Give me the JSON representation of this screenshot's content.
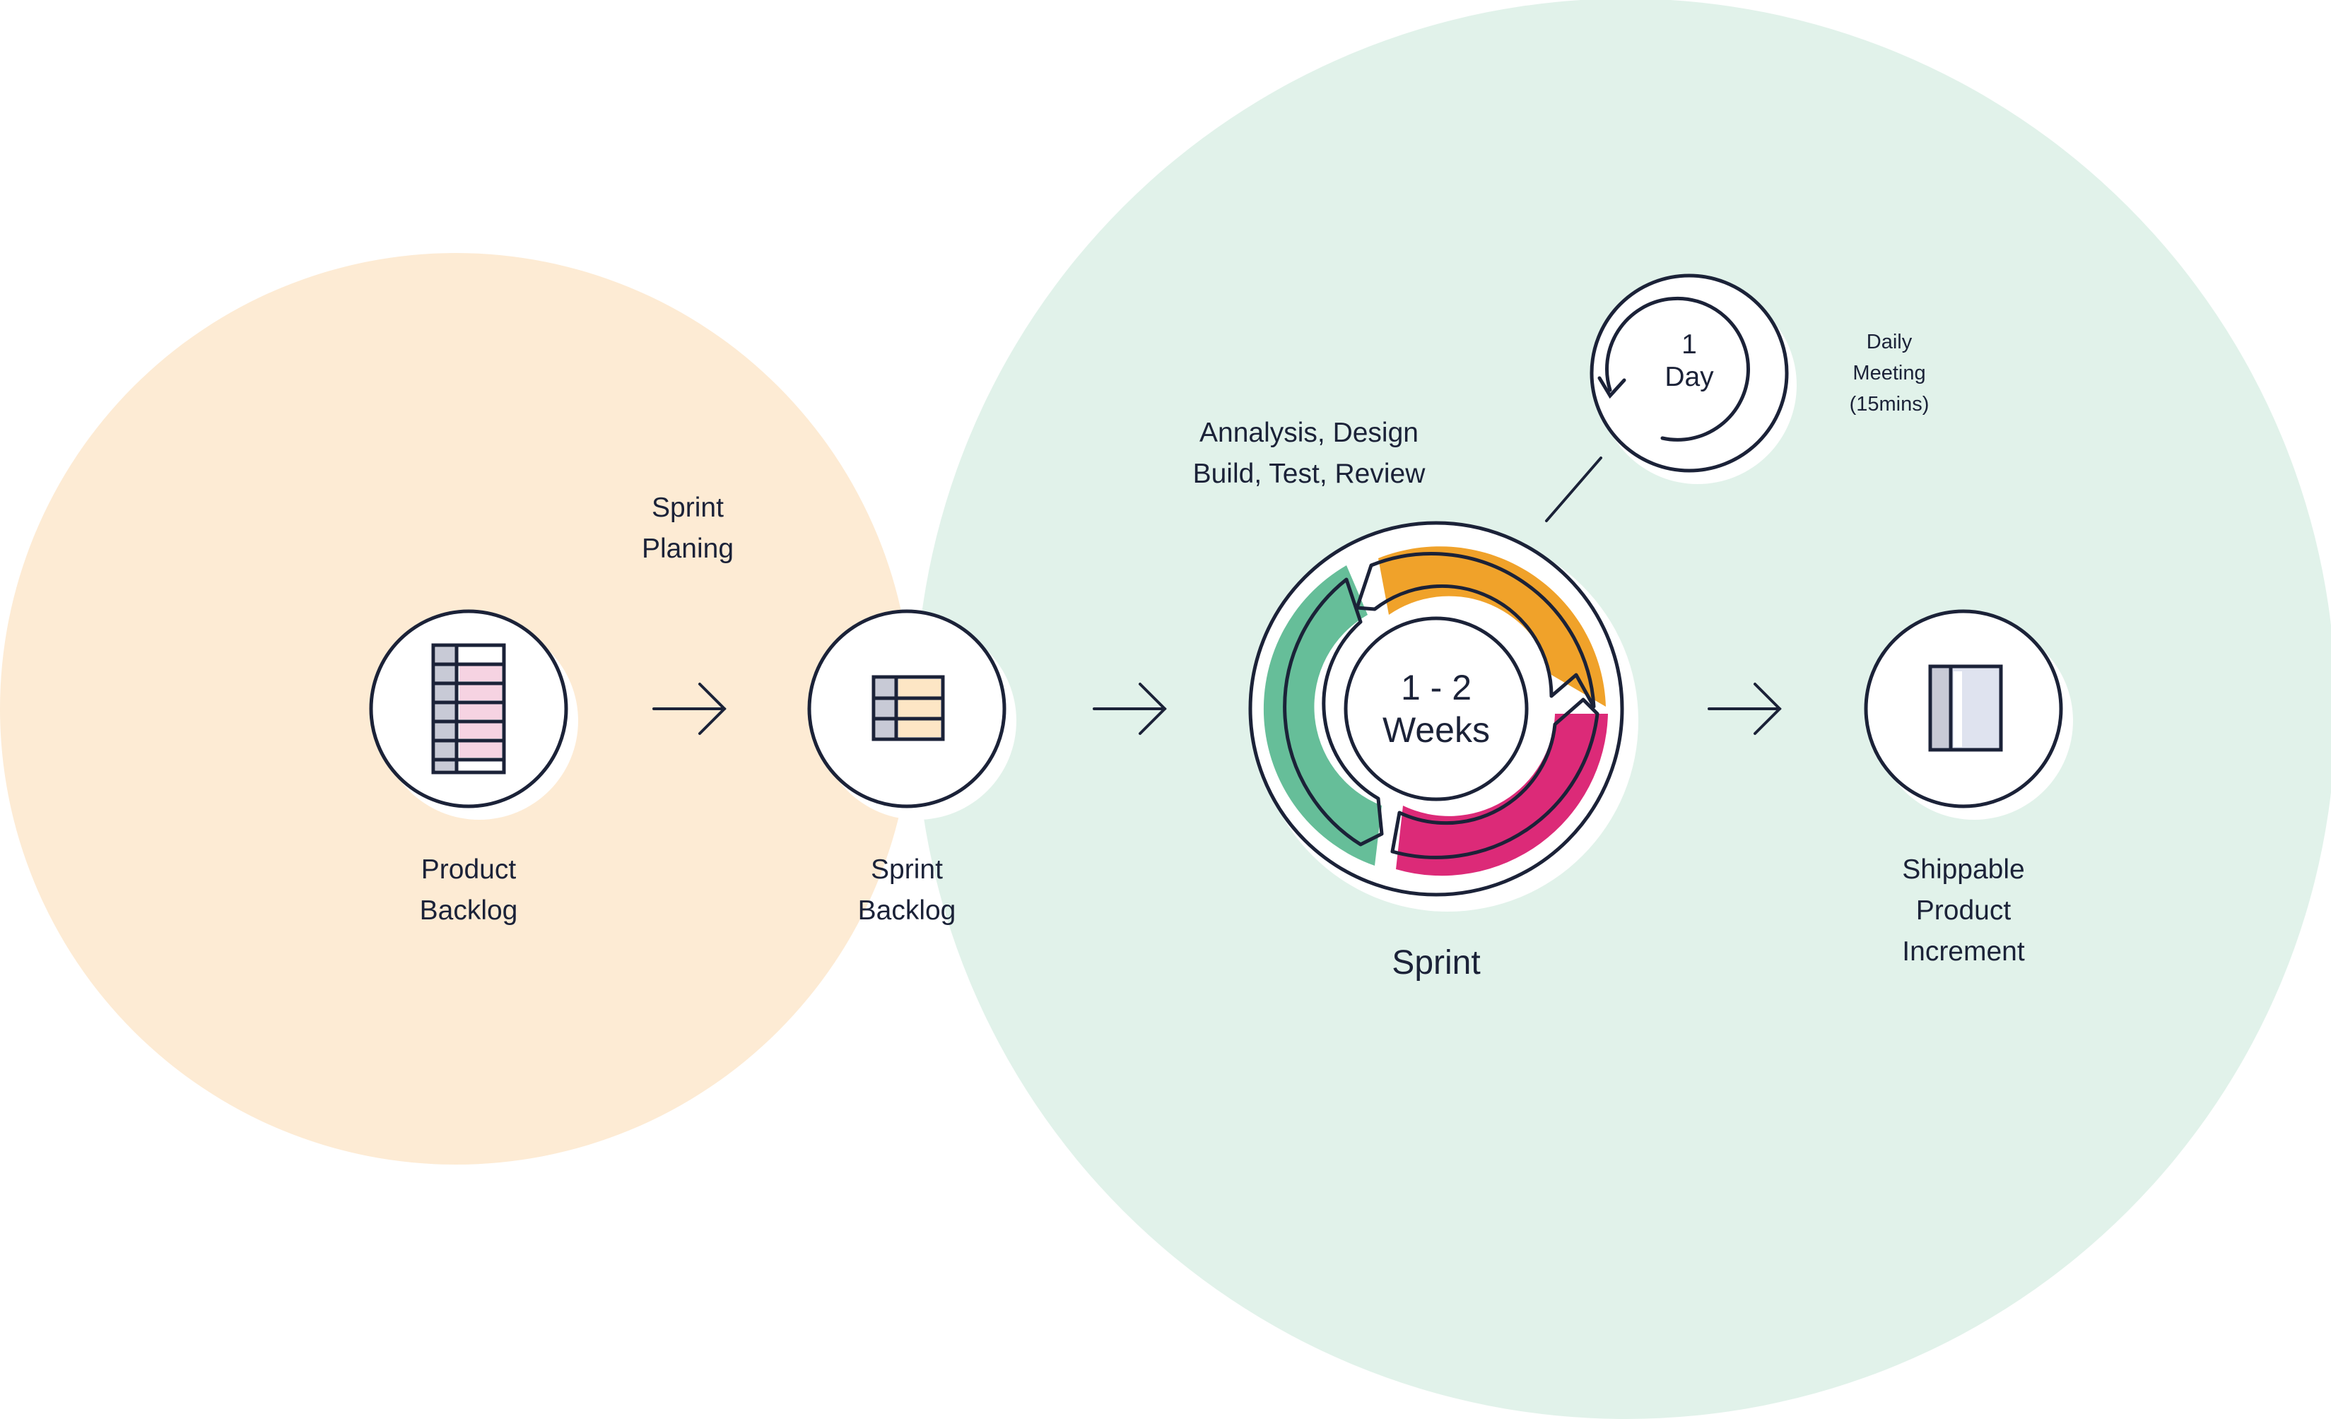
{
  "colors": {
    "outline": "#1b2238",
    "planning_zone": "#fdebd4",
    "sprint_zone": "#e1f2ea",
    "cycle_orange": "#f0a22a",
    "cycle_pink": "#dc2a78",
    "cycle_green": "#66be99",
    "backlog_row_pink": "#f6d3e2",
    "backlog_row_peach": "#fde6c5",
    "cell_grey": "#c8cad6",
    "increment_fill": "#dfe3ef"
  },
  "labels": {
    "product_backlog": [
      "Product",
      "Backlog"
    ],
    "sprint_planning": [
      "Sprint",
      "Planing"
    ],
    "sprint_backlog": [
      "Sprint",
      "Backlog"
    ],
    "activities": [
      "Annalysis, Design",
      "Build, Test, Review"
    ],
    "duration": [
      "1 - 2",
      "Weeks"
    ],
    "sprint": "Sprint",
    "day_cycle": [
      "1",
      "Day"
    ],
    "daily_meeting": [
      "Daily",
      "Meeting",
      "(15mins)"
    ],
    "shippable_increment": [
      "Shippable",
      "Product",
      "Increment"
    ]
  },
  "icons": {
    "product_backlog": "table-list-icon",
    "sprint_backlog": "table-icon",
    "sprint_cycle": "cycle-arrows-icon",
    "daily_cycle": "refresh-arrow-icon",
    "increment": "document-panel-icon",
    "flow_arrow": "arrow-right-icon"
  }
}
